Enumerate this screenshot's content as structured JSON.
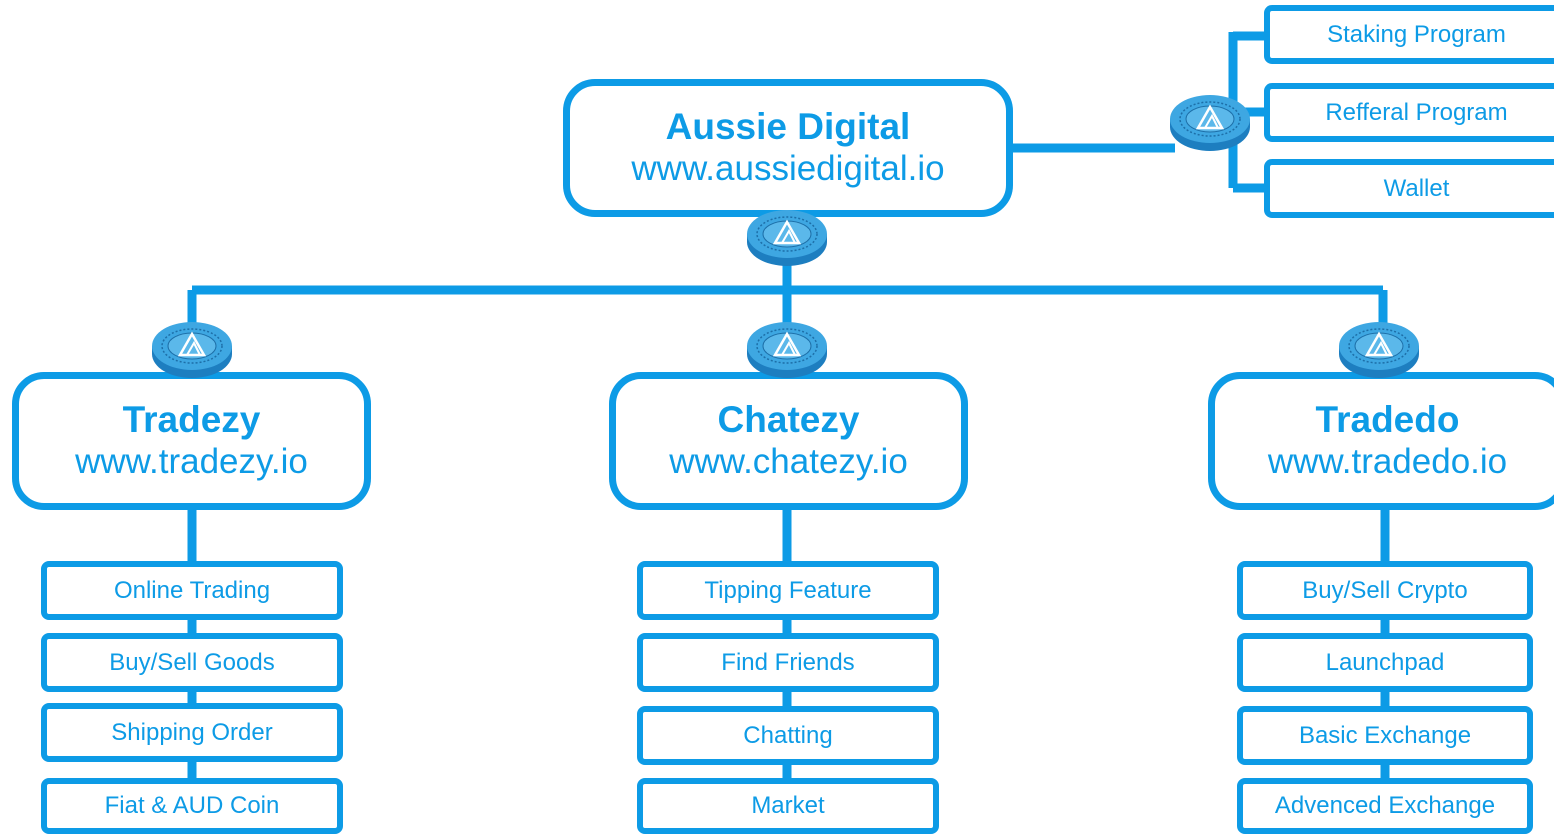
{
  "colors": {
    "accent": "#0d9be6",
    "coin_face": "#3ea7e2",
    "coin_edge": "#1d7ec0"
  },
  "root": {
    "title": "Aussie Digital",
    "url": "www.aussiedigital.io"
  },
  "root_features": [
    "Staking Program",
    "Refferal Program",
    "Wallet"
  ],
  "products": [
    {
      "title": "Tradezy",
      "url": "www.tradezy.io",
      "features": [
        "Online Trading",
        "Buy/Sell Goods",
        "Shipping Order",
        "Fiat & AUD Coin"
      ]
    },
    {
      "title": "Chatezy",
      "url": "www.chatezy.io",
      "features": [
        "Tipping Feature",
        "Find Friends",
        "Chatting",
        "Market"
      ]
    },
    {
      "title": "Tradedo",
      "url": "www.tradedo.io",
      "features": [
        "Buy/Sell Crypto",
        "Launchpad",
        "Basic Exchange",
        "Advenced Exchange"
      ]
    }
  ],
  "icons": {
    "coin": "aussie-digital-coin-icon"
  }
}
